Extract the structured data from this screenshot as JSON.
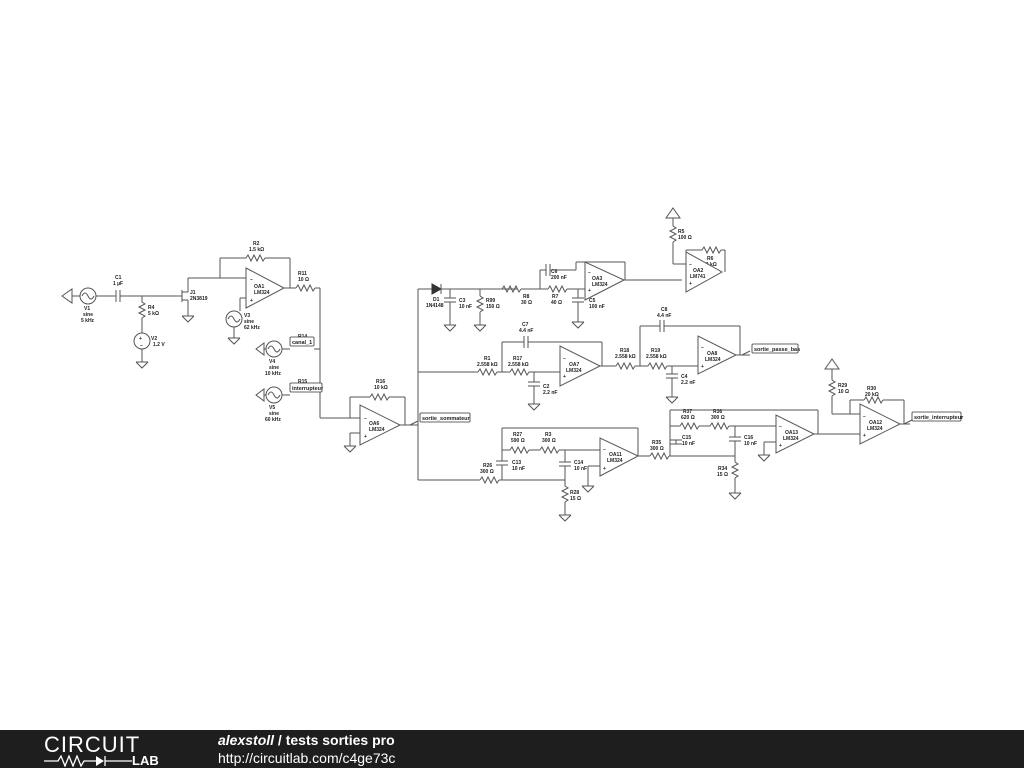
{
  "footer": {
    "logo_circuit": "CIRCUIT",
    "logo_lab": "LAB",
    "author": "alexstoll",
    "separator": " / ",
    "title": "tests sorties pro",
    "url": "http://circuitlab.com/c4ge73c"
  },
  "components": {
    "V1": {
      "name": "V1",
      "type": "sine",
      "value": "5 kHz"
    },
    "C1": {
      "name": "C1",
      "value": "1 µF"
    },
    "R4": {
      "name": "R4",
      "value": "5 kΩ"
    },
    "V2": {
      "name": "V2",
      "value": "1.2 V"
    },
    "J1": {
      "name": "J1",
      "value": "2N3819"
    },
    "R2": {
      "name": "R2",
      "value": "1.5 kΩ"
    },
    "OA1": {
      "name": "OA1",
      "value": "LM324"
    },
    "V3": {
      "name": "V3",
      "type": "sine",
      "value": "62 kHz"
    },
    "R11": {
      "name": "R11",
      "value": "10 Ω"
    },
    "R14": {
      "name": "R14"
    },
    "V4": {
      "name": "V4",
      "type": "sine",
      "value": "10 kHz"
    },
    "R15": {
      "name": "R15"
    },
    "V5": {
      "name": "V5",
      "type": "sine",
      "value": "60 kHz"
    },
    "R16": {
      "name": "R16",
      "value": "10 kΩ"
    },
    "OA6": {
      "name": "OA6",
      "value": "LM324"
    },
    "D1": {
      "name": "D1",
      "value": "1N4148"
    },
    "C3": {
      "name": "C3",
      "value": "10 nF"
    },
    "R99": {
      "name": "R99",
      "value": "150 Ω"
    },
    "R8": {
      "name": "R8",
      "value": "30 Ω"
    },
    "C6": {
      "name": "C6",
      "value": "200 nF"
    },
    "R7": {
      "name": "R7",
      "value": "40 Ω"
    },
    "C5": {
      "name": "C5",
      "value": "100 nF"
    },
    "OA3": {
      "name": "OA3",
      "value": "LM324"
    },
    "R5": {
      "name": "R5",
      "value": "100 Ω"
    },
    "R6": {
      "name": "R6",
      "value": "20 kΩ"
    },
    "OA2": {
      "name": "OA2",
      "value": "LM741"
    },
    "C7": {
      "name": "C7",
      "value": "4.4 nF"
    },
    "R1": {
      "name": "R1",
      "value": "2.558 kΩ"
    },
    "R17": {
      "name": "R17",
      "value": "2.558 kΩ"
    },
    "C2": {
      "name": "C2",
      "value": "2.2 nF"
    },
    "OA7": {
      "name": "OA7",
      "value": "LM324"
    },
    "R18": {
      "name": "R18",
      "value": "2.558 kΩ"
    },
    "R19": {
      "name": "R19",
      "value": "2.558 kΩ"
    },
    "C8": {
      "name": "C8",
      "value": "4.4 nF"
    },
    "C4": {
      "name": "C4",
      "value": "2.2 nF"
    },
    "OA8": {
      "name": "OA8",
      "value": "LM324"
    },
    "R27": {
      "name": "R27",
      "value": "590 Ω"
    },
    "R3": {
      "name": "R3",
      "value": "300 Ω"
    },
    "C13": {
      "name": "C13",
      "value": "10 nF"
    },
    "C14": {
      "name": "C14",
      "value": "10 nF"
    },
    "R26": {
      "name": "R26",
      "value": "300 Ω"
    },
    "R28": {
      "name": "R28",
      "value": "15 Ω"
    },
    "OA11": {
      "name": "OA11",
      "value": "LM324"
    },
    "R35": {
      "name": "R35",
      "value": "300 Ω"
    },
    "R37": {
      "name": "R37",
      "value": "620 Ω"
    },
    "R36": {
      "name": "R36",
      "value": "300 Ω"
    },
    "C15": {
      "name": "C15",
      "value": "10 nF"
    },
    "C16": {
      "name": "C16",
      "value": "10 nF"
    },
    "R34": {
      "name": "R34",
      "value": "15 Ω"
    },
    "OA13": {
      "name": "OA13",
      "value": "LM324"
    },
    "R29": {
      "name": "R29",
      "value": "10 Ω"
    },
    "R30": {
      "name": "R30",
      "value": "20 kΩ"
    },
    "OA12": {
      "name": "OA12",
      "value": "LM324"
    }
  },
  "nets": {
    "canal_1": "canal_1",
    "interrupteur": "interrupteur",
    "sortie_sommateur": "sortie_sommateur",
    "sortie_passe_bas": "sortie_passe_bas",
    "sortie_interrupteur": "sortie_interrupteur"
  }
}
